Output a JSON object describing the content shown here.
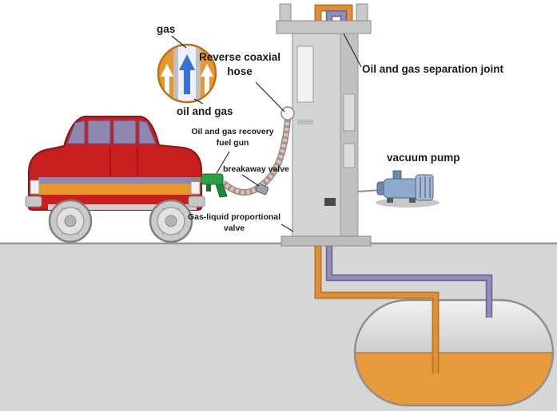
{
  "labels": {
    "gas": "gas",
    "reverse_coaxial_hose": "Reverse coaxial\nhose",
    "oil_and_gas": "oil and gas",
    "separation_joint": "Oil and gas separation joint",
    "recovery_fuel_gun": "Oil and gas recovery\nfuel gun",
    "breakaway_valve": "breakaway valve",
    "vacuum_pump": "vacuum pump",
    "gas_liquid_valve": "Gas-liquid proportional\nvalve"
  },
  "colors": {
    "car_body": "#c81e1e",
    "oil_pipe": "#dd8f2f",
    "gas_pipe": "#948cbb",
    "tank_oil": "#e79b3c",
    "ground": "#d6d6d6",
    "dispenser": "#d4d4d4",
    "nozzle": "#2f9e44",
    "vacuum_pump": "#8fa9cc",
    "gas_arrow": "#3a6fd8",
    "hose": "#d9c3be"
  }
}
